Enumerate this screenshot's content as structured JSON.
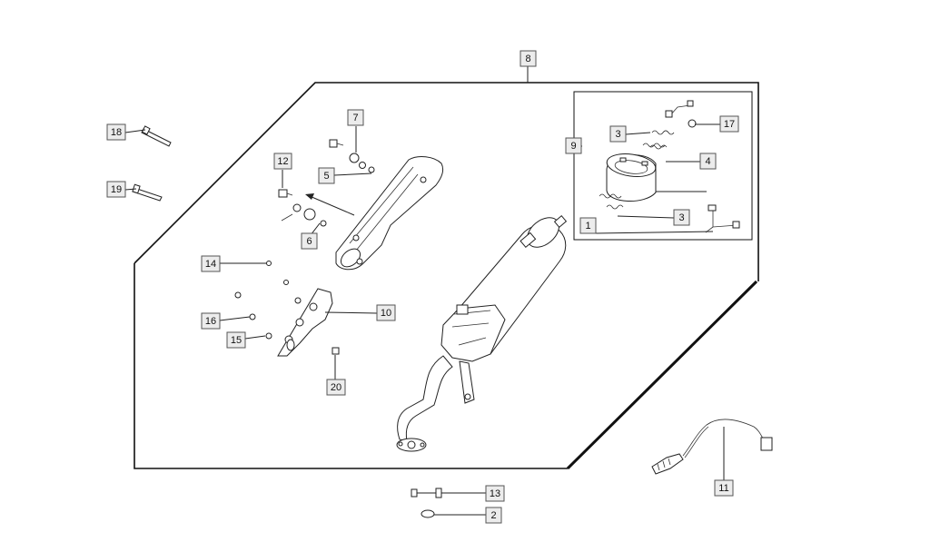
{
  "callouts": [
    {
      "id": "c8",
      "label": "8"
    },
    {
      "id": "c7",
      "label": "7"
    },
    {
      "id": "c5",
      "label": "5"
    },
    {
      "id": "c12",
      "label": "12"
    },
    {
      "id": "c6",
      "label": "6"
    },
    {
      "id": "c14",
      "label": "14"
    },
    {
      "id": "c16",
      "label": "16"
    },
    {
      "id": "c15",
      "label": "15"
    },
    {
      "id": "c10",
      "label": "10"
    },
    {
      "id": "c20",
      "label": "20"
    },
    {
      "id": "c18",
      "label": "18"
    },
    {
      "id": "c19",
      "label": "19"
    },
    {
      "id": "c9",
      "label": "9"
    },
    {
      "id": "c3a",
      "label": "3"
    },
    {
      "id": "c17",
      "label": "17"
    },
    {
      "id": "c4",
      "label": "4"
    },
    {
      "id": "c3b",
      "label": "3"
    },
    {
      "id": "c1",
      "label": "1"
    },
    {
      "id": "c13",
      "label": "13"
    },
    {
      "id": "c2",
      "label": "2"
    },
    {
      "id": "c11",
      "label": "11"
    }
  ],
  "colors": {
    "line": "#222222",
    "box_fill": "#ececec",
    "background": "#ffffff"
  }
}
